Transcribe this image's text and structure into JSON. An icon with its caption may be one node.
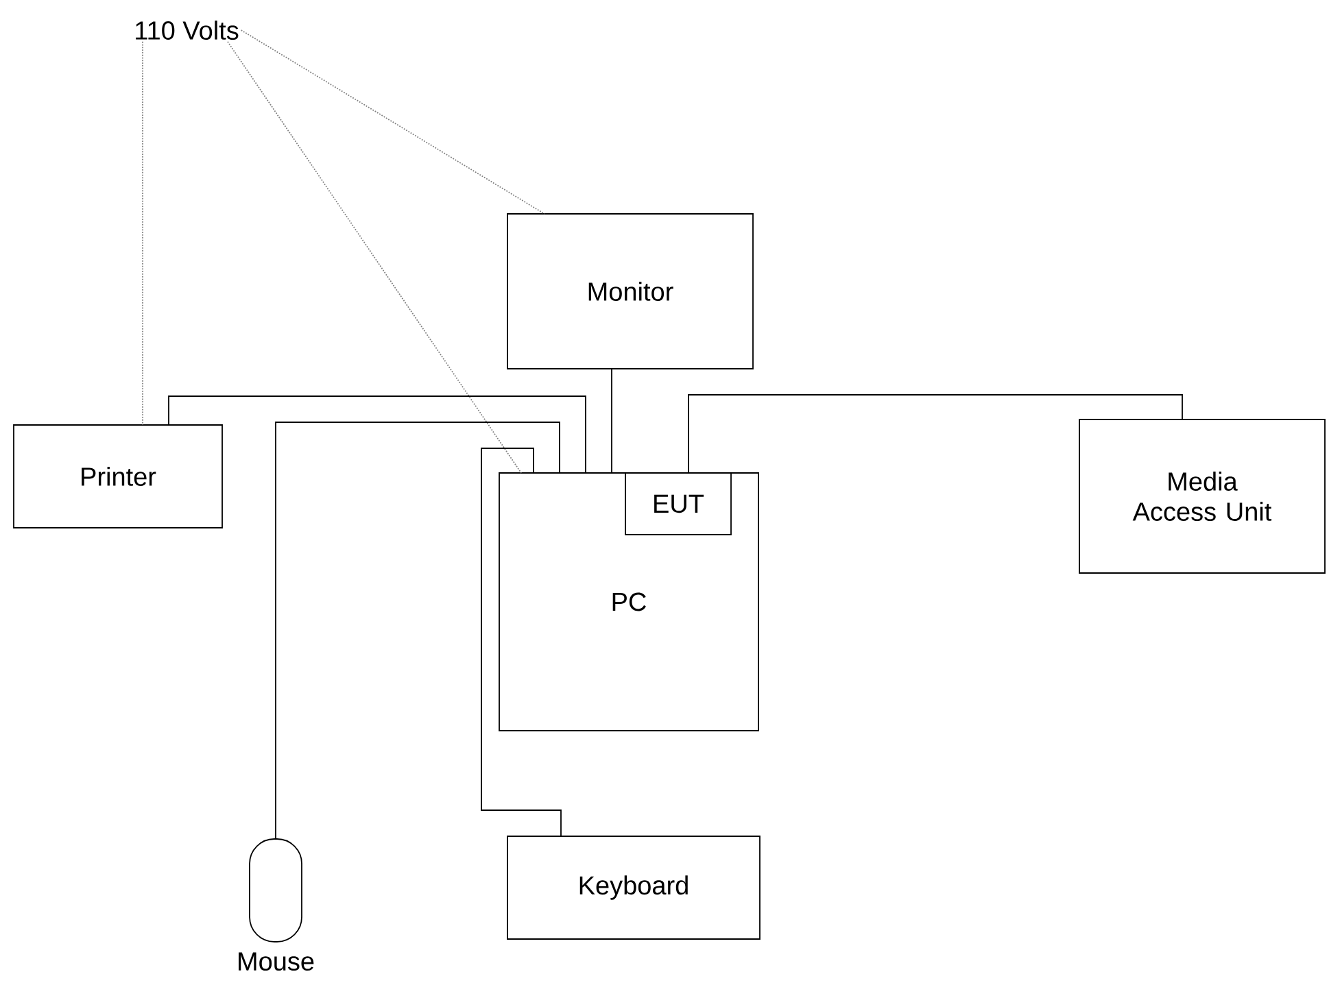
{
  "diagram": {
    "nodes": [
      {
        "text": [
          "110 Volts"
        ]
      },
      {
        "text": [
          "Monitor"
        ]
      },
      {
        "text": [
          "Printer"
        ]
      },
      {
        "text": [
          "PC"
        ]
      },
      {
        "text": [
          "EUT"
        ],
        "in": 3
      },
      {
        "text": [
          "Media Access Unit"
        ]
      },
      {
        "text": [
          "Keyboard"
        ]
      },
      {
        "text": [
          "Mouse"
        ]
      }
    ],
    "edges": [
      {
        "from": 0,
        "to": 1,
        "arrow": "none",
        "style": "dashed",
        "color": "#808080"
      },
      {
        "from": 0,
        "to": 3,
        "arrow": "none",
        "style": "dashed",
        "color": "#808080"
      },
      {
        "from": 0,
        "to": 2,
        "arrow": "none",
        "style": "dashed",
        "color": "#808080"
      },
      {
        "from": 1,
        "to": 3,
        "arrow": "none"
      },
      {
        "from": 2,
        "to": 3,
        "arrow": "none"
      },
      {
        "from": 7,
        "to": 3,
        "arrow": "none"
      },
      {
        "from": 6,
        "to": 3,
        "arrow": "none"
      },
      {
        "from": 4,
        "to": 5,
        "arrow": "none"
      }
    ]
  }
}
